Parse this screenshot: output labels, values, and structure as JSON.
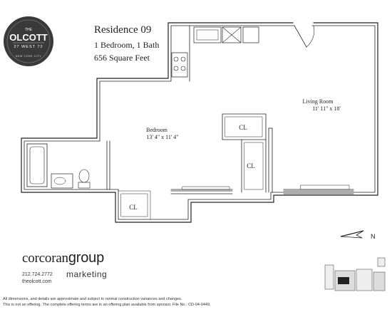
{
  "logo": {
    "line1": "THE",
    "line2": "OLCOTT",
    "line3": "27 WEST 72",
    "line4": "NEW YORK CITY"
  },
  "listing": {
    "residence": "Residence 09",
    "beds_baths": "1 Bedroom, 1 Bath",
    "square_feet": "656 Square Feet"
  },
  "rooms": {
    "living_name": "Living Room",
    "living_dims": "11' 11\" x 18'",
    "bedroom_name": "Bedroom",
    "bedroom_dims": "13' 4\" x 11' 4\"",
    "closet": "CL"
  },
  "compass": {
    "label": "N"
  },
  "broker": {
    "name_light": "corcoran",
    "name_bold": "group",
    "division": "marketing",
    "phone": "212.724.2772",
    "website": "theolcott.com"
  },
  "disclaimer": {
    "line1": "All dimensions, and details are approximate and subject to normal construction variances and changes.",
    "line2": "This is not an offering. The complete offering terms are in an offering plan available from sponsor. File No.: CD-04-0449."
  }
}
